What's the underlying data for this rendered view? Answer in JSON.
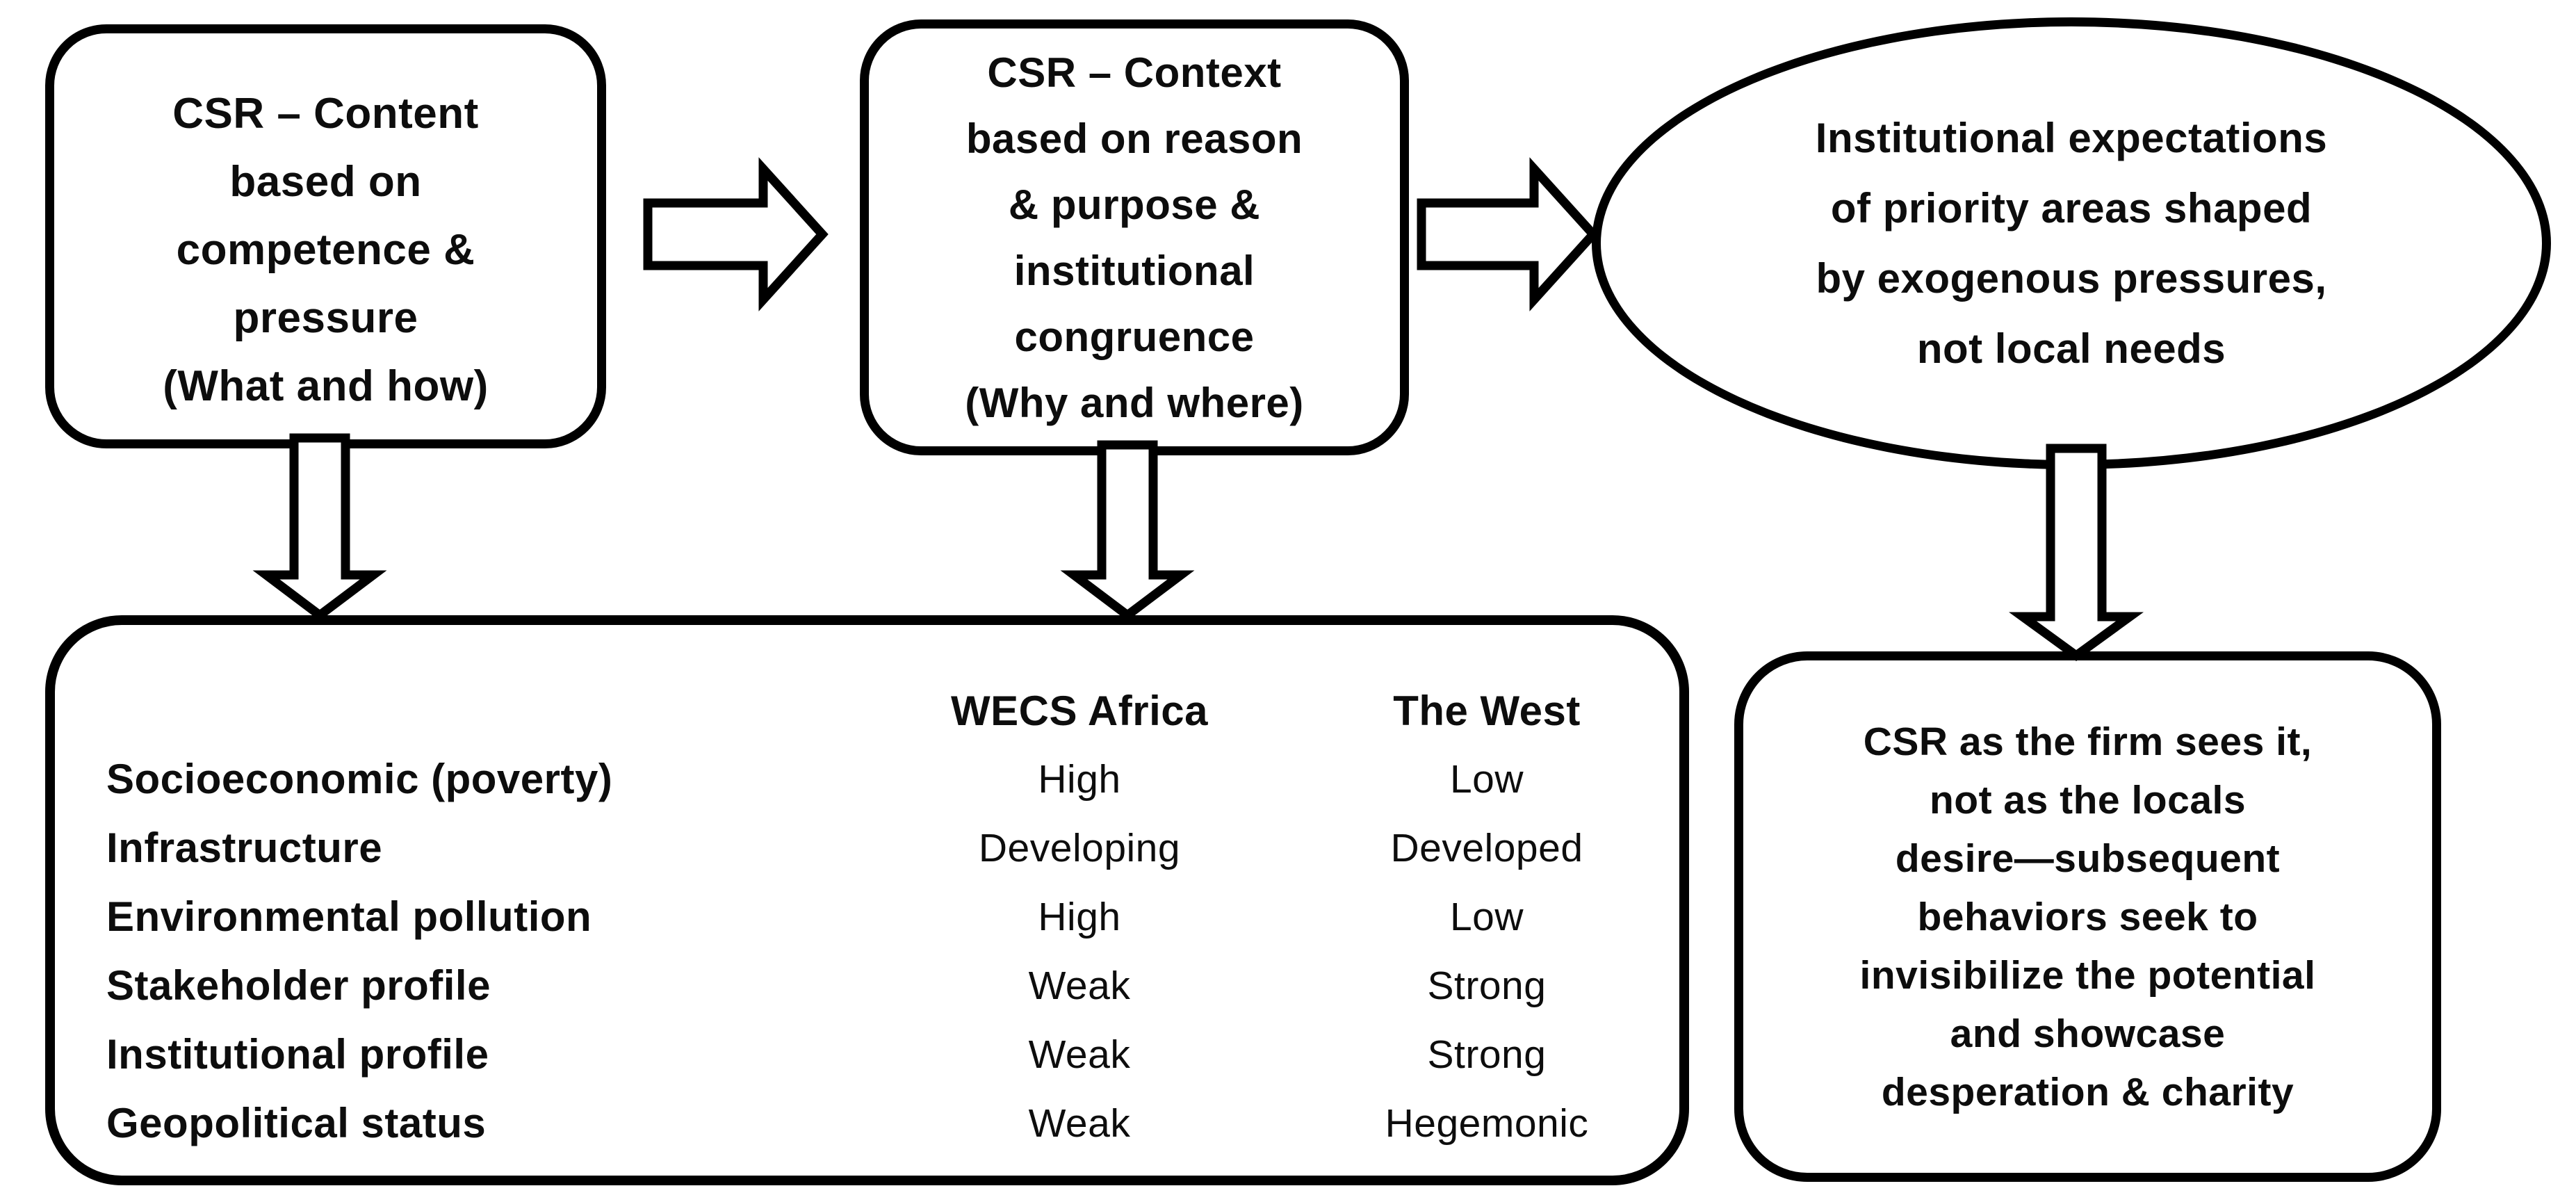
{
  "diagram": {
    "background_color": "#ffffff",
    "stroke_color": "#000000",
    "text_color": "#0d0d0d",
    "boxes": {
      "content_box": {
        "shape": "rounded-rectangle",
        "lines": [
          "CSR – Content",
          "based on",
          "competence &",
          "pressure",
          "(What and how)"
        ]
      },
      "context_box": {
        "shape": "rounded-rectangle",
        "lines": [
          "CSR – Context",
          "based on reason",
          "& purpose &",
          "institutional",
          "congruence",
          "(Why and where)"
        ]
      },
      "expectations_ellipse": {
        "shape": "ellipse",
        "lines": [
          "Institutional expectations",
          "of priority areas shaped",
          "by exogenous pressures,",
          "not local needs"
        ]
      },
      "outcome_box": {
        "shape": "rounded-rectangle",
        "lines": [
          "CSR as the firm sees it,",
          "not as the locals",
          "desire—subsequent",
          "behaviors seek to",
          "invisibilize the potential",
          "and showcase",
          "desperation & charity"
        ]
      }
    },
    "comparison_table": {
      "columns": [
        "",
        "WECS Africa",
        "The West"
      ],
      "rows": [
        {
          "label": "Socioeconomic (poverty)",
          "wecs_africa": "High",
          "the_west": "Low"
        },
        {
          "label": "Infrastructure",
          "wecs_africa": "Developing",
          "the_west": "Developed"
        },
        {
          "label": "Environmental pollution",
          "wecs_africa": "High",
          "the_west": "Low"
        },
        {
          "label": "Stakeholder profile",
          "wecs_africa": "Weak",
          "the_west": "Strong"
        },
        {
          "label": "Institutional profile",
          "wecs_africa": "Weak",
          "the_west": "Strong"
        },
        {
          "label": "Geopolitical status",
          "wecs_africa": "Weak",
          "the_west": "Hegemonic"
        }
      ]
    },
    "connectors": [
      {
        "name": "arrow-content-to-context",
        "type": "hollow-block-arrow",
        "direction": "right"
      },
      {
        "name": "arrow-context-to-ellipse",
        "type": "hollow-block-arrow",
        "direction": "right"
      },
      {
        "name": "arrow-content-to-table",
        "type": "hollow-block-arrow",
        "direction": "down"
      },
      {
        "name": "arrow-context-to-table",
        "type": "hollow-block-arrow",
        "direction": "down"
      },
      {
        "name": "arrow-ellipse-to-outcome",
        "type": "hollow-block-arrow",
        "direction": "down"
      }
    ]
  }
}
